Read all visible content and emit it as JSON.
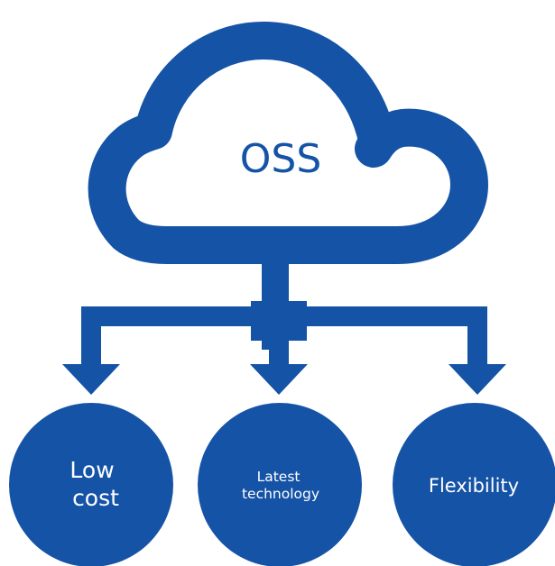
{
  "cloud": {
    "label": "OSS",
    "color": "#1553a6"
  },
  "benefits": [
    {
      "lines": [
        "Low",
        "cost"
      ]
    },
    {
      "lines": [
        "Latest",
        "technology"
      ]
    },
    {
      "lines": [
        "Flexibility"
      ]
    }
  ],
  "colors": {
    "primary": "#1553a6",
    "text_on_primary": "#ffffff",
    "background": "#ffffff"
  }
}
